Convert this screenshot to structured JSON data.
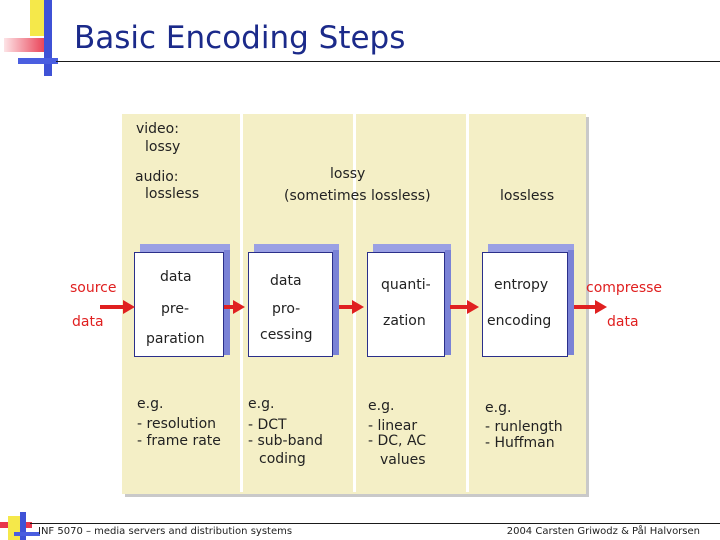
{
  "slide": {
    "title": "Basic Encoding Steps",
    "footer_left": "INF 5070 – media servers and distribution systems",
    "footer_right": "2004 Carsten Griwodz & Pål Halvorsen"
  },
  "diagram": {
    "col1_header": {
      "video_label": "video:",
      "video_value": "lossy",
      "audio_label": "audio:",
      "audio_value": "lossless"
    },
    "col_lossy": {
      "line1": "lossy",
      "line2": "(sometimes lossless)"
    },
    "col_lossless": "lossless",
    "source": {
      "line1": "source",
      "line2": "data"
    },
    "compressed": {
      "line1": "compresse",
      "line2": "data"
    },
    "steps": [
      {
        "lines": [
          "data",
          "pre-",
          "paration"
        ]
      },
      {
        "lines": [
          "data",
          "pro-",
          "cessing"
        ]
      },
      {
        "lines": [
          "quanti-",
          "zation"
        ]
      },
      {
        "lines": [
          "entropy",
          "encoding"
        ]
      }
    ],
    "examples": [
      {
        "lines": [
          "e.g.",
          "- resolution",
          "- frame rate"
        ]
      },
      {
        "lines": [
          "e.g.",
          "- DCT",
          "- sub-band",
          "coding"
        ]
      },
      {
        "lines": [
          "e.g.",
          "- linear",
          "- DC, AC",
          "values"
        ]
      },
      {
        "lines": [
          "e.g.",
          "- runlength",
          "- Huffman"
        ]
      }
    ],
    "colors": {
      "background": "#f4efc6",
      "box_border": "#2a2f8a",
      "box_shadow": "#7a82d6",
      "arrow": "#e02020"
    }
  }
}
